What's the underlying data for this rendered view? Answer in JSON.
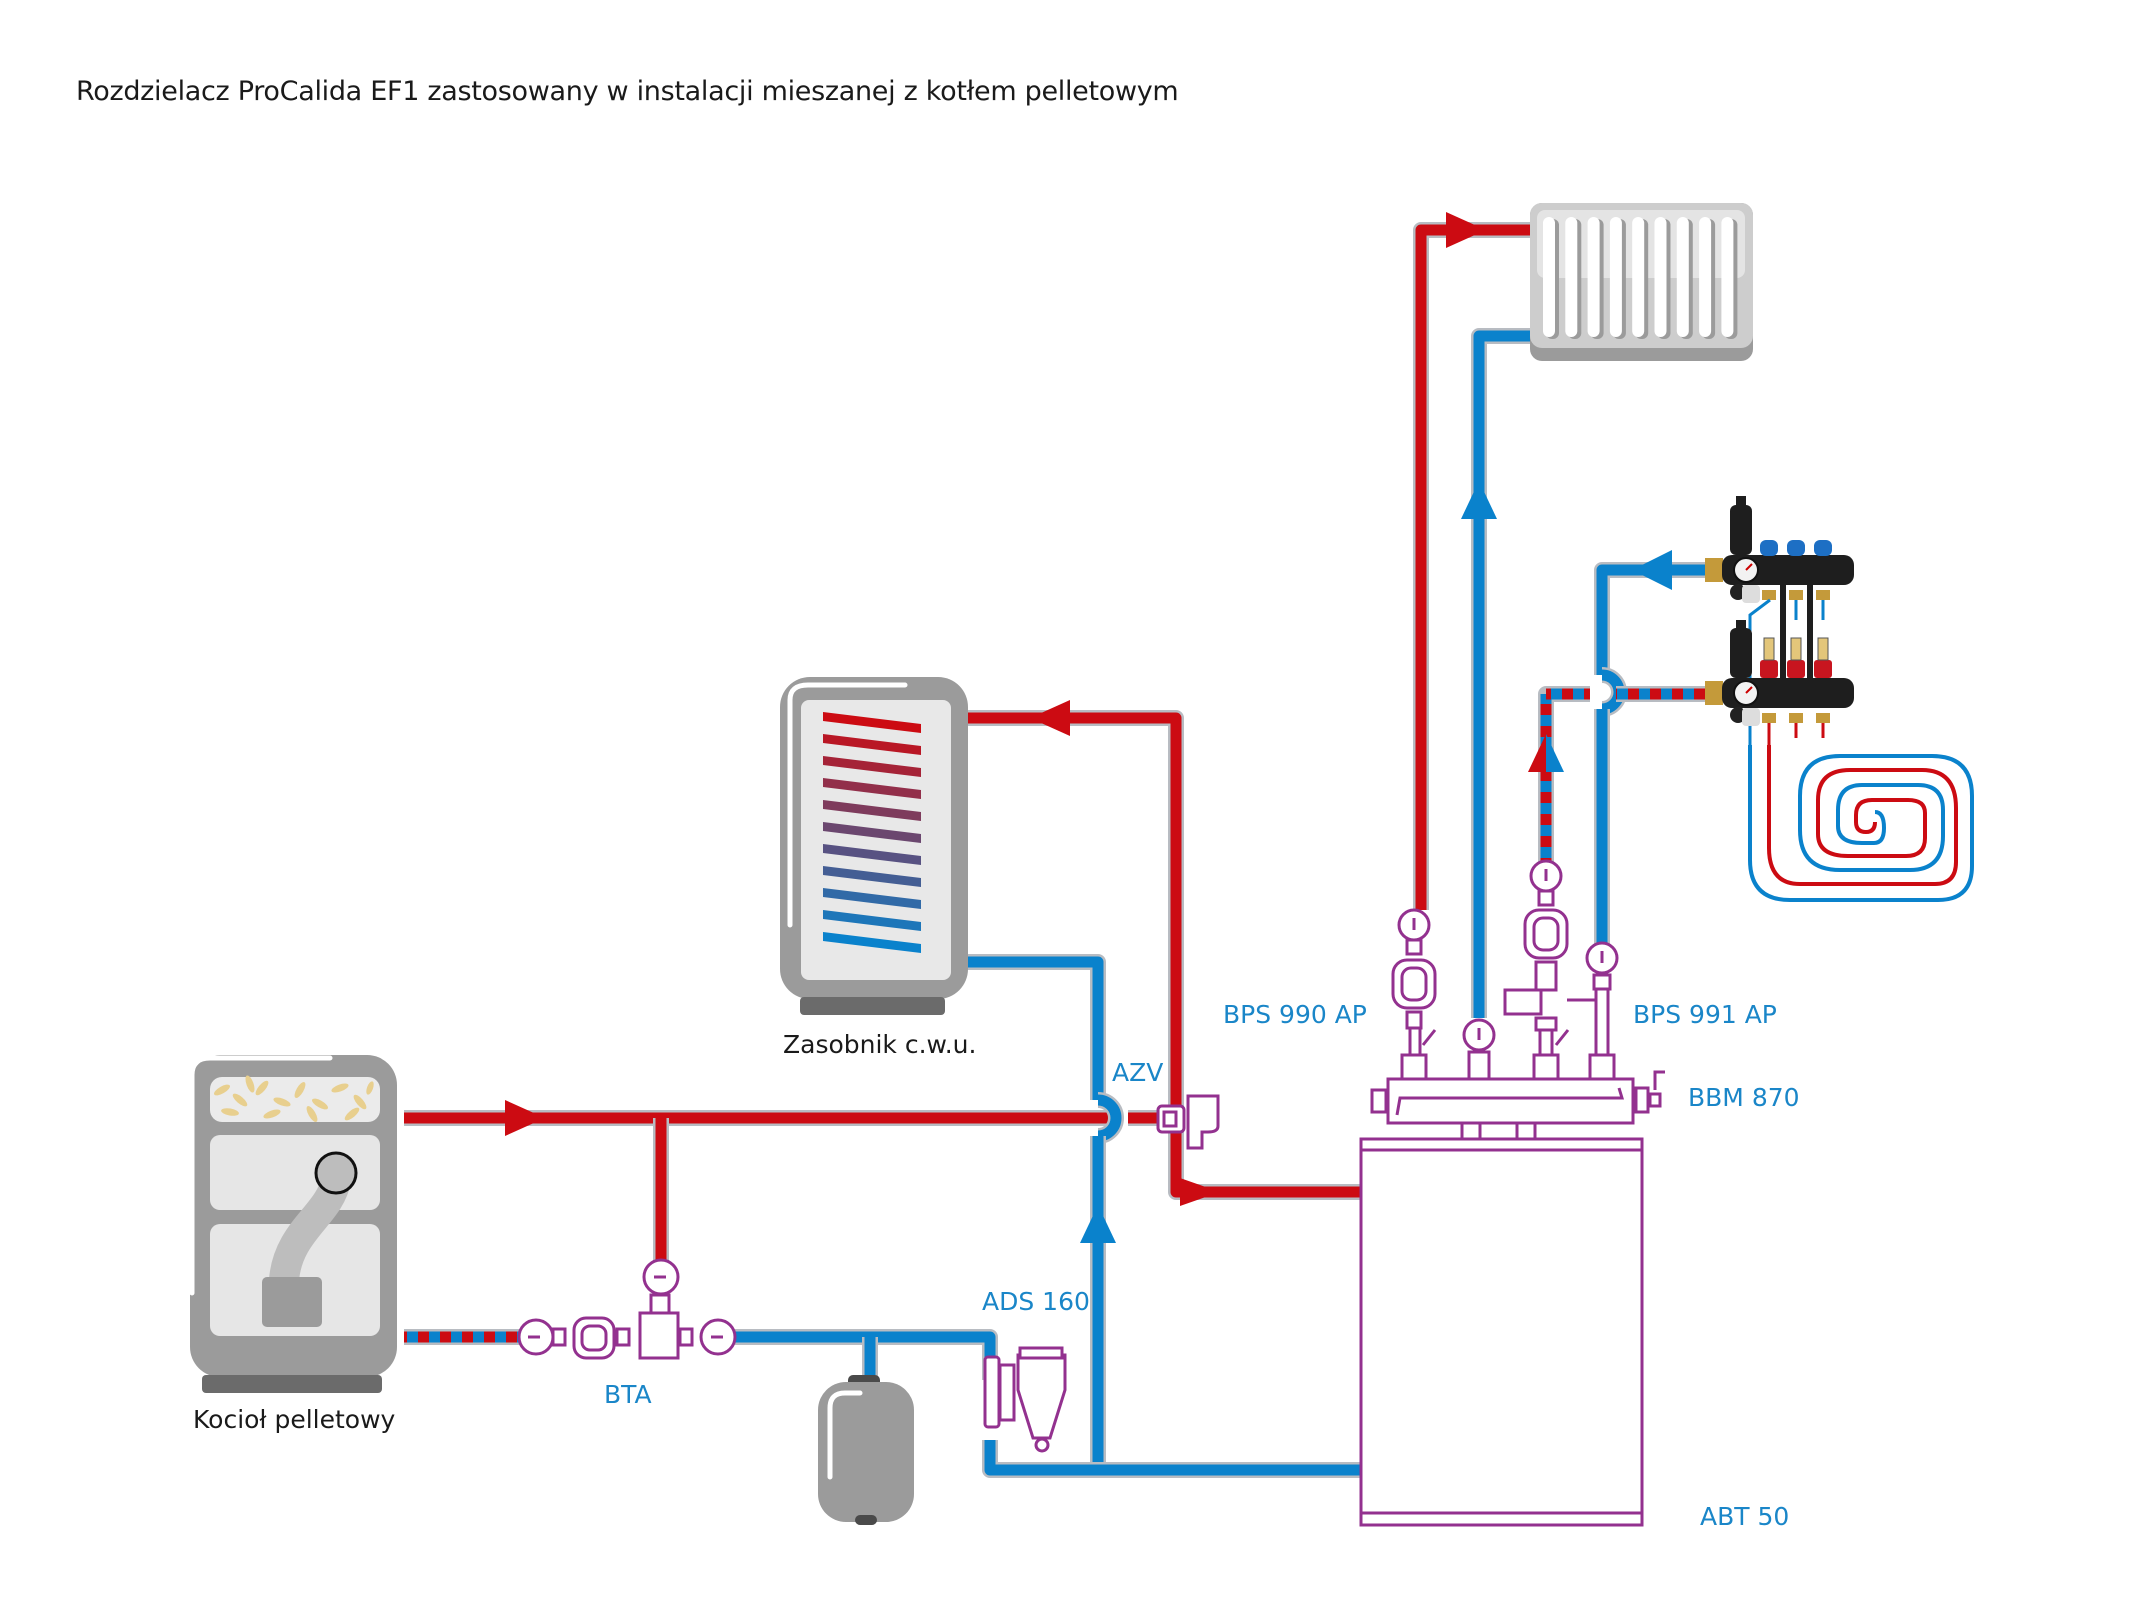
{
  "title": "Rozdzielacz ProCalida EF1 zastosowany w instalacji mieszanej z kotłem pelletowym",
  "colors": {
    "supply": "#cc0b12",
    "return": "#0a82cc",
    "pipe_outline": "#b8bcc2",
    "component_outline": "#93318f",
    "label_blue": "#1a86c8",
    "appliance_gray": "#9b9b9b",
    "appliance_light": "#e6e6e6",
    "pellets": "#e8cf8e"
  },
  "components": {
    "boiler": {
      "label": "Kocioł pelletowy",
      "icon": "pellet-boiler-icon"
    },
    "dhw_tank": {
      "label": "Zasobnik c.w.u.",
      "icon": "hot-water-tank-icon"
    },
    "radiator": {
      "icon": "radiator-icon"
    },
    "ufh_manifold": {
      "icon": "underfloor-manifold-icon"
    },
    "ufh_loop": {
      "icon": "floor-heating-coil-icon"
    },
    "expansion_vessel": {
      "icon": "expansion-vessel-icon"
    },
    "bta": {
      "label": "BTA",
      "icon": "pump-group-icon"
    },
    "azv": {
      "label": "AZV",
      "icon": "zone-valve-icon"
    },
    "ads": {
      "label": "ADS 160",
      "icon": "dirt-separator-icon"
    },
    "bps990": {
      "label": "BPS 990 AP",
      "icon": "pump-group-direct-icon"
    },
    "bps991": {
      "label": "BPS 991 AP",
      "icon": "pump-group-mixing-icon"
    },
    "bbm": {
      "label": "BBM 870",
      "icon": "distribution-manifold-icon"
    },
    "abt": {
      "label": "ABT 50",
      "icon": "buffer-tank-icon"
    }
  }
}
